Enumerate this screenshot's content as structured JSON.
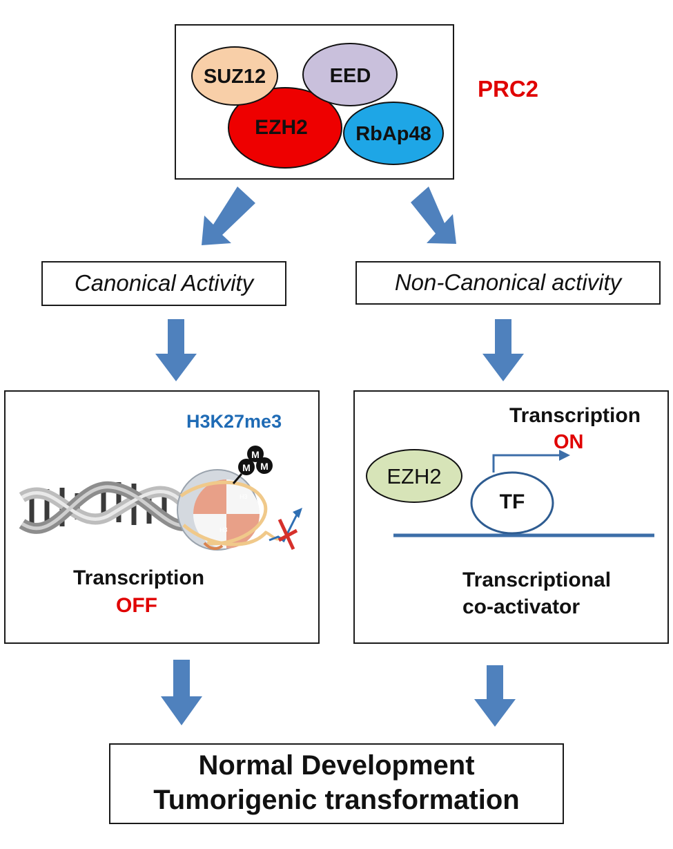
{
  "complex": {
    "name": "PRC2",
    "subunits": [
      "SUZ12",
      "EED",
      "EZH2",
      "RbAp48"
    ]
  },
  "branches": {
    "canonical": {
      "label": "Canonical Activity",
      "mark": "H3K27me3",
      "methyl_symbol": "M",
      "histone_symbol": "H3",
      "status_word": "Transcription",
      "status_value": "OFF"
    },
    "non_canonical": {
      "label": "Non-Canonical activity",
      "status_word": "Transcription",
      "status_value": "ON",
      "ezh2": "EZH2",
      "tf": "TF",
      "role_line1": "Transcriptional",
      "role_line2": "co-activator"
    }
  },
  "outcome": {
    "line1": "Normal Development",
    "line2": "Tumorigenic transformation"
  },
  "colors": {
    "arrow": "#4f81bd",
    "accent_red": "#e00000",
    "mark_blue": "#1f6bb5",
    "suz12": "#f8cfa8",
    "eed": "#c9c0dc",
    "ezh2_complex": "#ee0000",
    "rbap48": "#1ea6e6",
    "ezh2_free": "#d7e4b8",
    "line_blue": "#3c6ea8"
  }
}
